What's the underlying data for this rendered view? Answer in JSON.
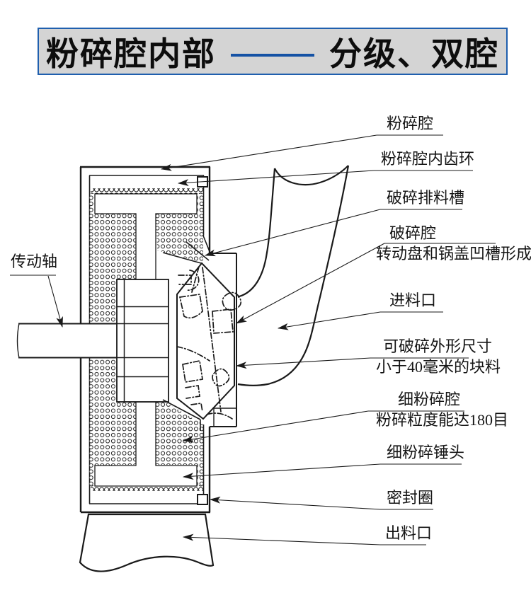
{
  "title": {
    "left": "粉碎腔内部",
    "right": "分级、双腔"
  },
  "labels": {
    "drive_shaft": "传动轴",
    "crushing_chamber": "粉碎腔",
    "gear_ring": "粉碎腔内齿环",
    "discharge_chute": "破碎排料槽",
    "break_chamber_line1": "破碎腔",
    "break_chamber_line2": "转动盘和锅盖凹槽形成",
    "feed_inlet": "进料口",
    "feed_size_line1": "可破碎外形尺寸",
    "feed_size_line2": "小于40毫米的块料",
    "fine_chamber_line1": "细粉碎腔",
    "fine_chamber_line2": "粉碎粒度能达180目",
    "fine_hammer": "细粉碎锤头",
    "seal_ring": "密封圈",
    "outlet": "出料口"
  },
  "colors": {
    "accent_blue": "#1552a5",
    "title_border": "#1f5fae",
    "title_bg": "#d4d4d4",
    "line": "#1a1a1a"
  }
}
